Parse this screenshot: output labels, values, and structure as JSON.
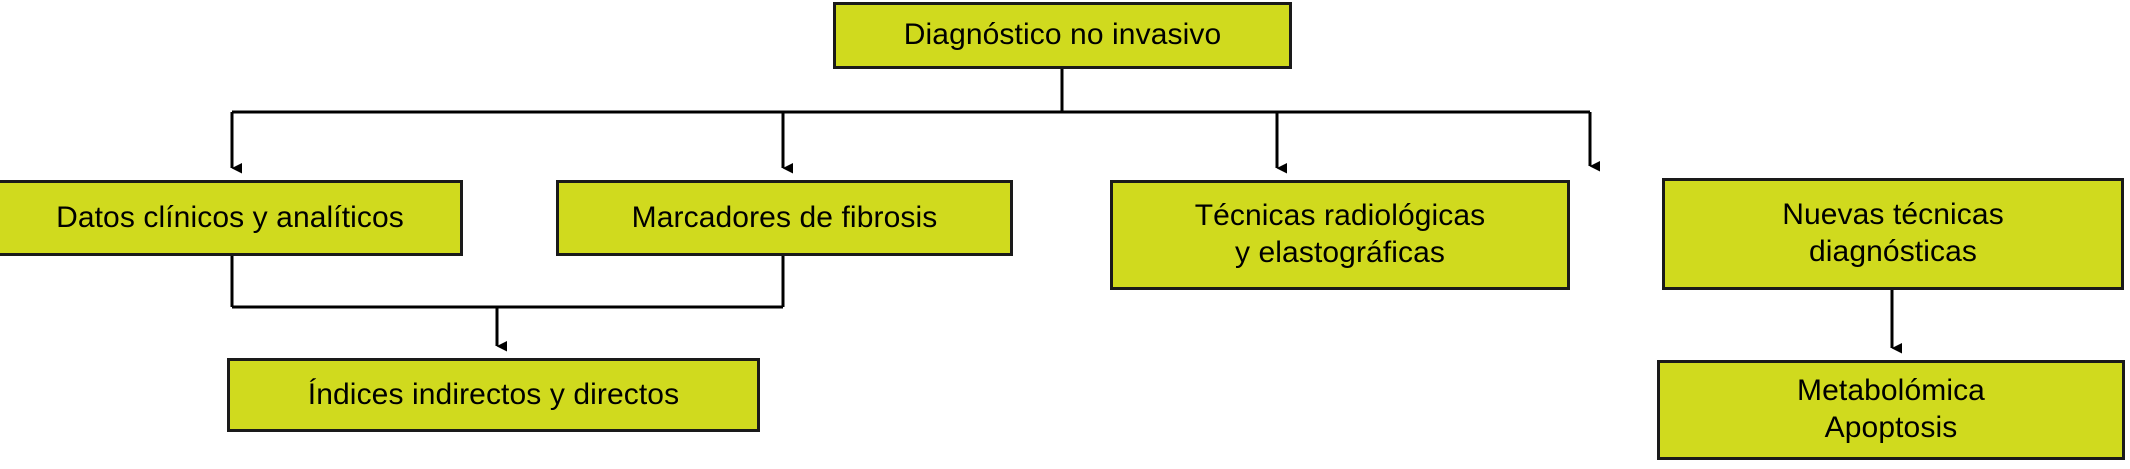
{
  "diagram": {
    "title": "Diagnóstico no invasivo",
    "language": "es",
    "colors": {
      "node_fill": "#d0da1e",
      "node_border": "#1a1a1a",
      "connector": "#000000",
      "text": "#000000",
      "background": "#ffffff"
    },
    "nodes": [
      {
        "id": "root",
        "label": "Diagnóstico no invasivo",
        "level": 0
      },
      {
        "id": "clinical",
        "label": "Datos clínicos  y analíticos",
        "level": 1
      },
      {
        "id": "fibrosis",
        "label": "Marcadores de fibrosis",
        "level": 1
      },
      {
        "id": "radiologic",
        "label": "Técnicas radiológicas\ny elastográficas",
        "level": 1
      },
      {
        "id": "newtech",
        "label": "Nuevas técnicas\ndiagnósticas",
        "level": 1
      },
      {
        "id": "indices",
        "label": "Índices indirectos y directos",
        "level": 2
      },
      {
        "id": "metabolomics",
        "label": "Metabolómica\nApoptosis",
        "level": 2
      }
    ],
    "edges": [
      {
        "from": "root",
        "to": "clinical",
        "style": "orthogonal-arrow"
      },
      {
        "from": "root",
        "to": "fibrosis",
        "style": "orthogonal-arrow"
      },
      {
        "from": "root",
        "to": "radiologic",
        "style": "orthogonal-arrow"
      },
      {
        "from": "root",
        "to": "newtech",
        "style": "orthogonal-arrow"
      },
      {
        "from": "clinical",
        "to": "indices",
        "style": "orthogonal-merge-arrow"
      },
      {
        "from": "fibrosis",
        "to": "indices",
        "style": "orthogonal-merge-arrow"
      },
      {
        "from": "newtech",
        "to": "metabolomics",
        "style": "straight-arrow"
      }
    ]
  }
}
